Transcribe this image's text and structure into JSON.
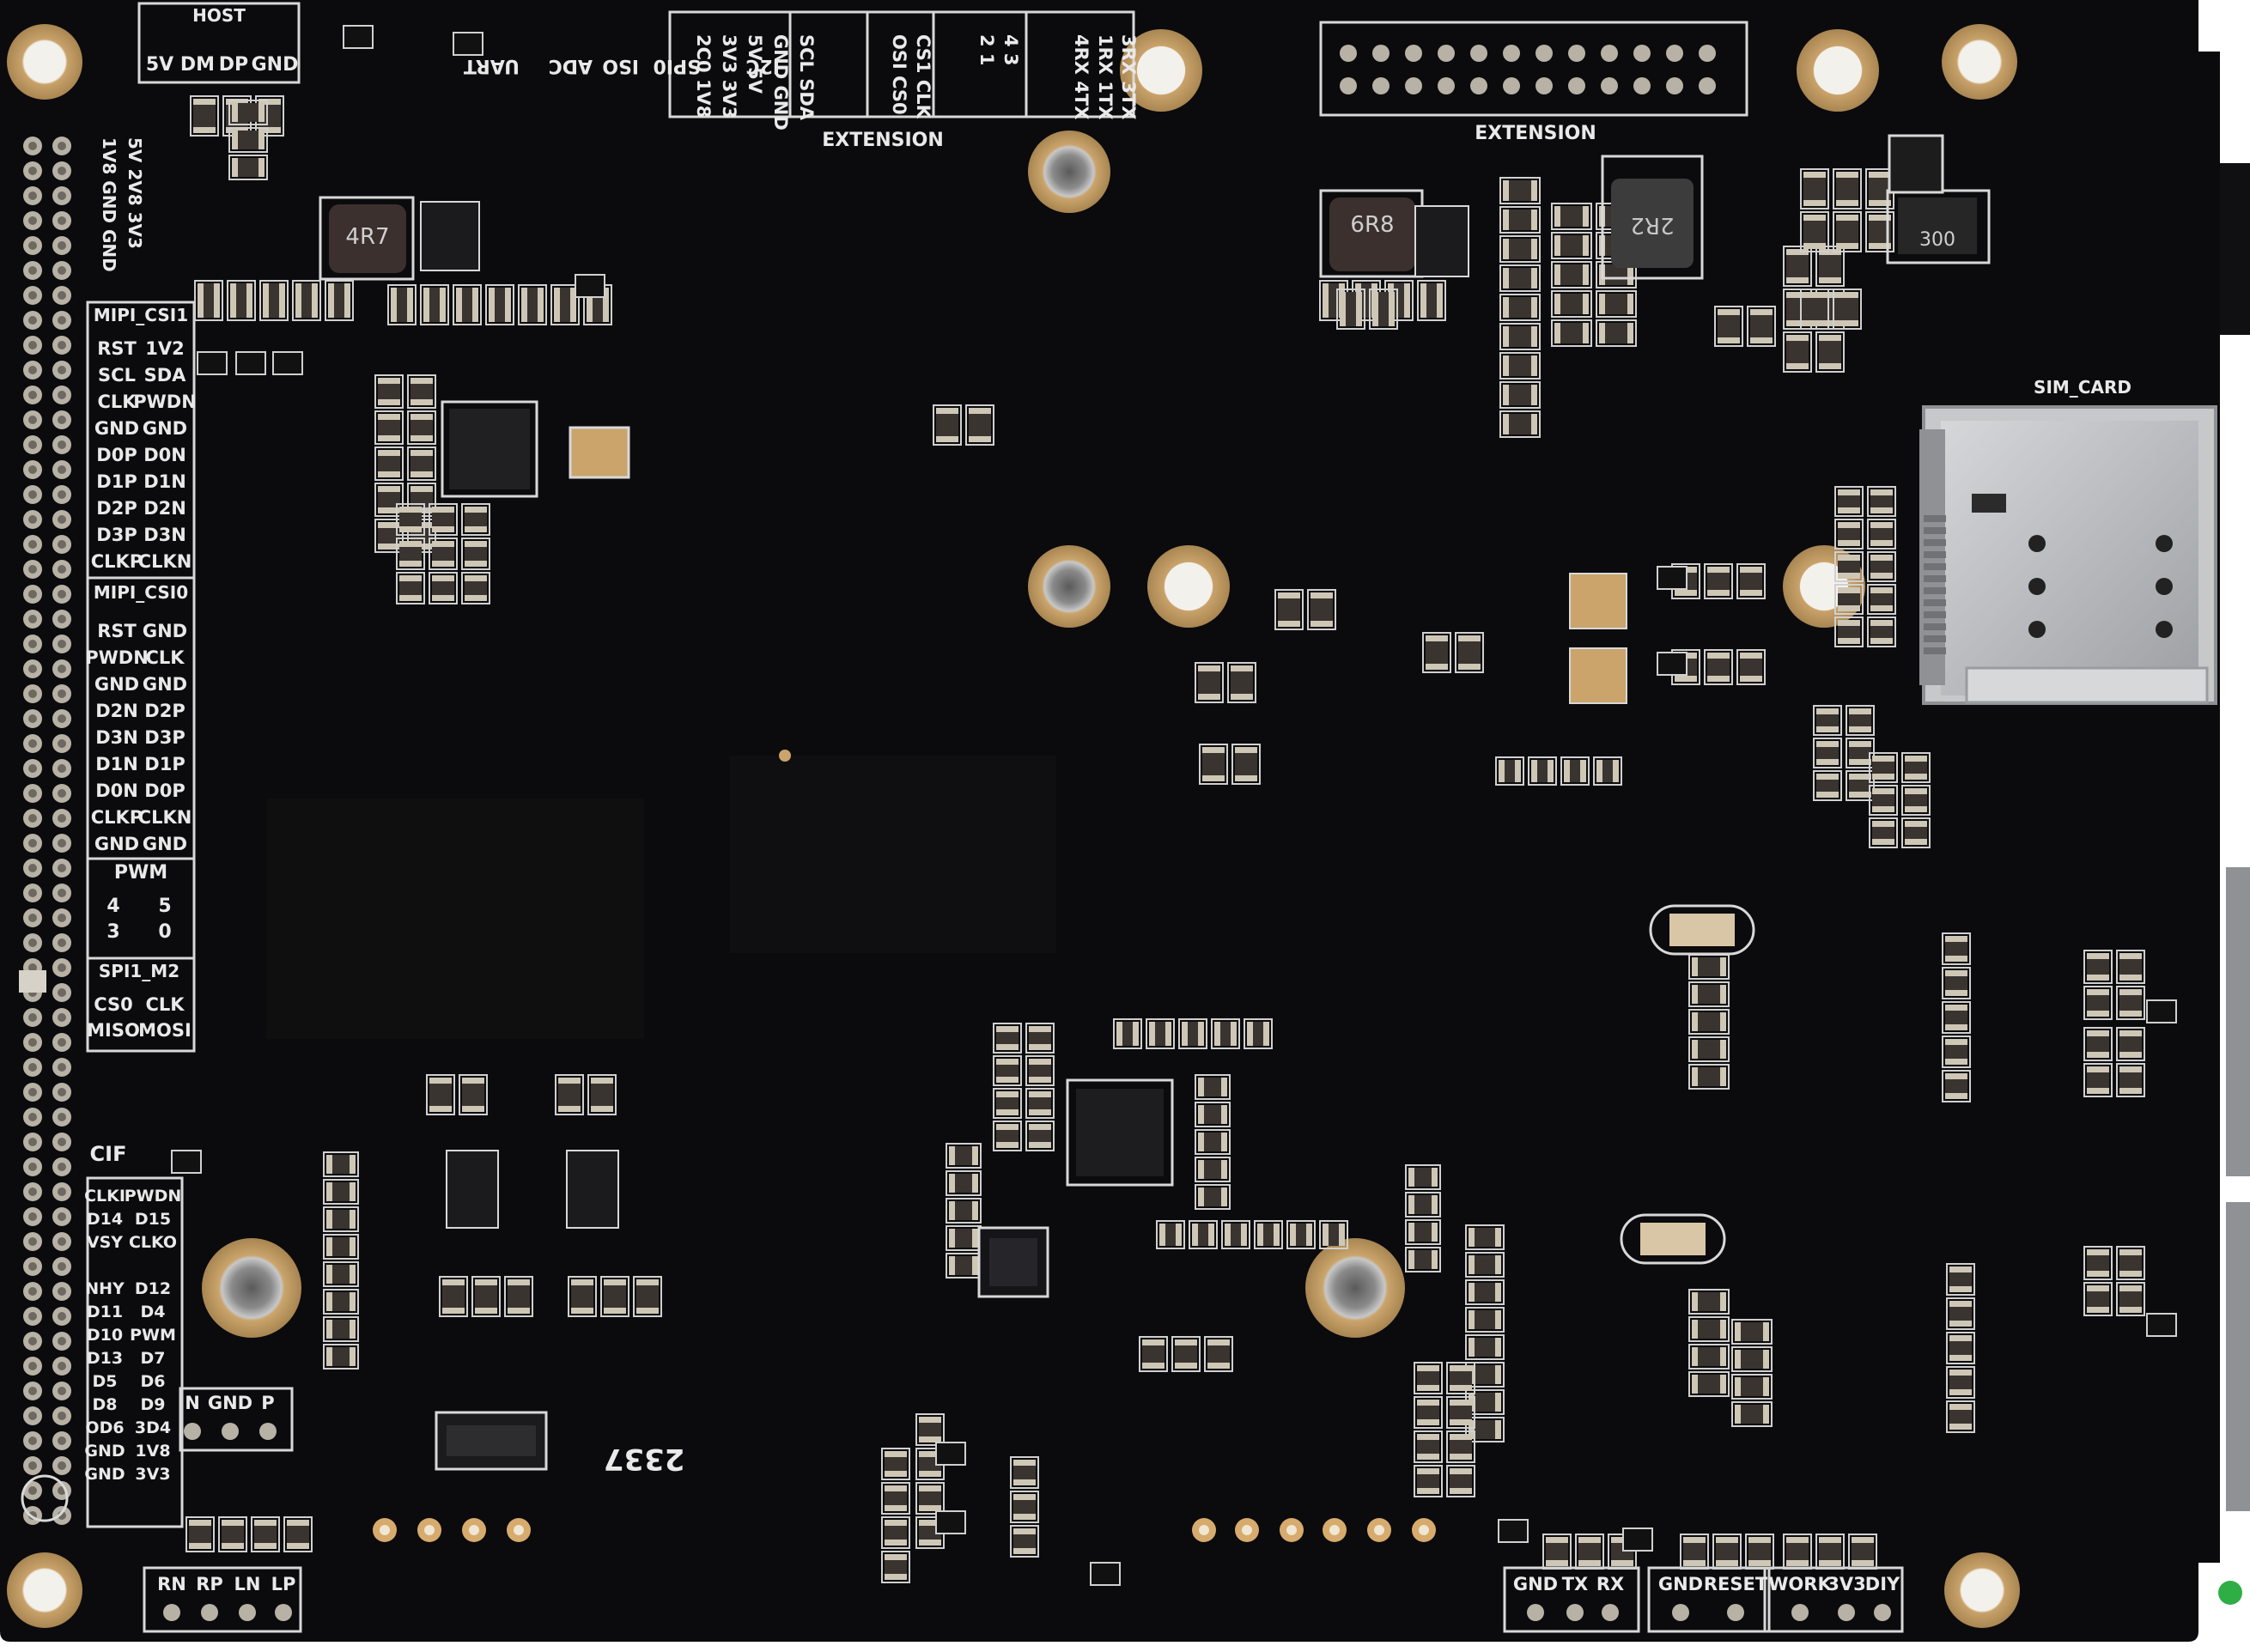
{
  "colors": {
    "pcb": "#0b0b0d",
    "silkscreen": "#e9e9e9",
    "pad": "#cfc5b0",
    "gold": "#c9a26a",
    "sim": "#b9bcbf",
    "led": "#2fae46"
  },
  "labels": {
    "host": {
      "title": "HOST",
      "pins": [
        "5V",
        "DM",
        "DP",
        "GND"
      ]
    },
    "uart": {
      "title": "UART",
      "rows": [
        "3RX 3TX",
        "1RX 1TX",
        "4RX 4TX"
      ]
    },
    "adc": {
      "title": "ADC",
      "rows": [
        "4  3",
        "2  1"
      ],
      "iso": "ISO"
    },
    "spi0": {
      "rows": [
        "CS1  CLK",
        "OSI  CS0"
      ],
      "name": "SPI0"
    },
    "i2c": {
      "rows": [
        "SCL  SDA",
        "GND  GND",
        "5V   5V",
        "3V3  3V3",
        "2C0  1V8"
      ],
      "name": "I2C"
    },
    "extension_left": "EXTENSION",
    "extension_right": "EXTENSION",
    "power_rows": [
      "5V 2V8 3V3",
      "1V8 GND GND"
    ],
    "mipi_csi1": {
      "title": "MIPI_CSI1",
      "rows": [
        [
          "RST",
          "1V2"
        ],
        [
          "SCL",
          "SDA"
        ],
        [
          "CLK",
          "PWDN"
        ],
        [
          "GND",
          "GND"
        ],
        [
          "D0P",
          "D0N"
        ],
        [
          "D1P",
          "D1N"
        ],
        [
          "D2P",
          "D2N"
        ],
        [
          "D3P",
          "D3N"
        ],
        [
          "CLKP",
          "CLKN"
        ]
      ]
    },
    "mipi_csi0": {
      "title": "MIPI_CSI0",
      "rows": [
        [
          "RST",
          "GND"
        ],
        [
          "PWDN",
          "CLK"
        ],
        [
          "GND",
          "GND"
        ],
        [
          "D2N",
          "D2P"
        ],
        [
          "D3N",
          "D3P"
        ],
        [
          "D1N",
          "D1P"
        ],
        [
          "D0N",
          "D0P"
        ],
        [
          "CLKP",
          "CLKN"
        ],
        [
          "GND",
          "GND"
        ]
      ]
    },
    "pwm": {
      "title": "PWM",
      "rows": [
        [
          "4",
          "5"
        ],
        [
          "3",
          "0"
        ]
      ]
    },
    "spi1": {
      "title": "SPI1_M2",
      "rows": [
        [
          "CS0",
          "CLK"
        ],
        [
          "MISO",
          "MOSI"
        ]
      ]
    },
    "cif": {
      "title": "CIF",
      "rows": [
        [
          "CLKI",
          "PWDN"
        ],
        [
          "D14",
          "D15"
        ],
        [
          "VSY",
          "CLKO"
        ],
        [
          "",
          ""
        ],
        [
          "NHY",
          "D12"
        ],
        [
          "D11",
          "D4"
        ],
        [
          "D10",
          "PWM"
        ],
        [
          "D13",
          "D7"
        ],
        [
          "D5",
          "D6"
        ],
        [
          "D8",
          "D9"
        ],
        [
          "OD6",
          "3D4"
        ],
        [
          "GND",
          "1V8"
        ],
        [
          "GND",
          "3V3"
        ]
      ]
    },
    "ngp": [
      "N",
      "GND",
      "P"
    ],
    "rnrp": [
      "RN",
      "RP",
      "LN",
      "LP"
    ],
    "gndtxrx": [
      "GND",
      "TX",
      "RX"
    ],
    "gndreset": [
      "GND",
      "RESET"
    ],
    "work": [
      "WORK",
      "3V3",
      "DIY"
    ],
    "sim_card": "SIM_CARD",
    "code": "2337",
    "inductors": [
      "4R7",
      "6R8",
      "2R2"
    ],
    "diode": "300"
  }
}
